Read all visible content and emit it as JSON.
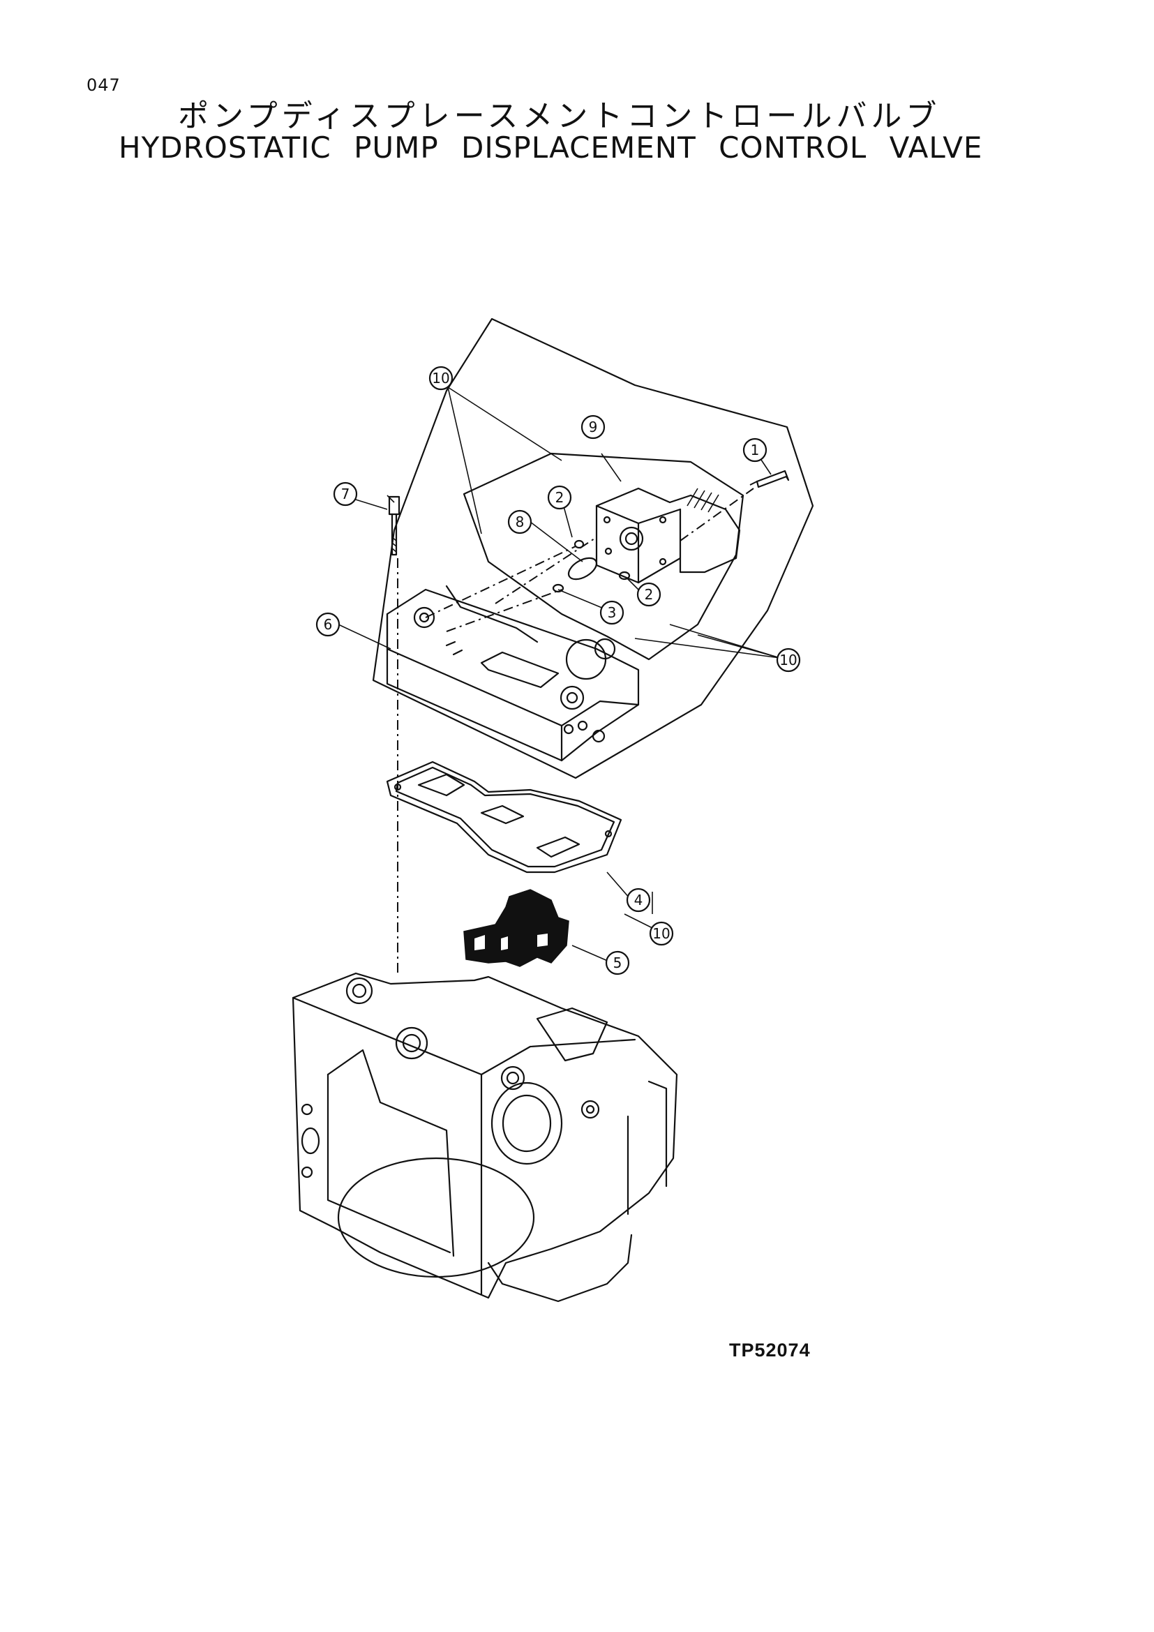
{
  "page_number": "047",
  "title_jp": "ポンプディスプレースメントコントロールバルブ",
  "title_en": "HYDROSTATIC PUMP DISPLACEMENT CONTROL VALVE",
  "figure_code": "TP52074",
  "callouts": {
    "c1": "1",
    "c2a": "2",
    "c2b": "2",
    "c3": "3",
    "c4": "4",
    "c5": "5",
    "c6": "6",
    "c7": "7",
    "c8": "8",
    "c9": "9",
    "c10a": "10",
    "c10b": "10",
    "c10c": "10"
  }
}
